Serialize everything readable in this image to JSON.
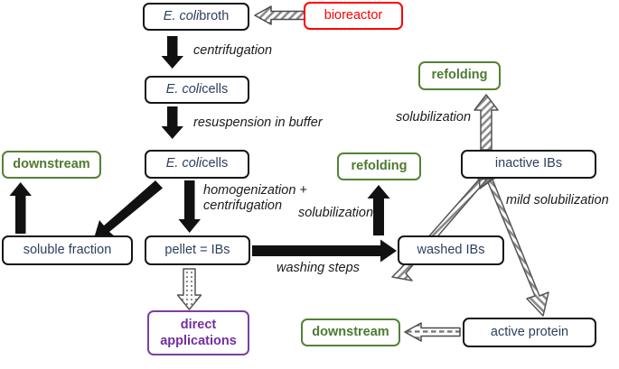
{
  "diagram": {
    "title": "E. coli inclusion body downstream processing flowchart",
    "colors": {
      "box_black": "#14161a",
      "text_navy": "#2c3f5e",
      "green": "#4d7a31",
      "green_border": "#558135",
      "red": "#ff0000",
      "purple": "#7030a0",
      "purple_border": "#7b3fa0",
      "arrow_solid": "#111111",
      "arrow_hatched_outline": "#555555",
      "background": "#ffffff"
    },
    "nodes": [
      {
        "id": "broth",
        "label_italic": "E. coli",
        "label_rest": " broth",
        "style": "black"
      },
      {
        "id": "bioreactor",
        "label": "bioreactor",
        "style": "red"
      },
      {
        "id": "cells1",
        "label_italic": "E. coli",
        "label_rest": " cells",
        "style": "black"
      },
      {
        "id": "cells2",
        "label_italic": "E. coli",
        "label_rest": " cells",
        "style": "black"
      },
      {
        "id": "downstream1",
        "label": "downstream",
        "style": "green"
      },
      {
        "id": "soluble",
        "label": "soluble fraction",
        "style": "black"
      },
      {
        "id": "pellet",
        "label": "pellet = IBs",
        "style": "black"
      },
      {
        "id": "direct",
        "label_line1": "direct",
        "label_line2": "applications",
        "style": "purple"
      },
      {
        "id": "washed",
        "label": "washed IBs",
        "style": "black"
      },
      {
        "id": "refolding2",
        "label": "refolding",
        "style": "green"
      },
      {
        "id": "inactive",
        "label": "inactive IBs",
        "style": "black"
      },
      {
        "id": "refolding1",
        "label": "refolding",
        "style": "green"
      },
      {
        "id": "active",
        "label": "active protein",
        "style": "black"
      },
      {
        "id": "downstream2",
        "label": "downstream",
        "style": "green"
      }
    ],
    "edges": [
      {
        "id": "bioreactor-to-broth",
        "label": "",
        "arrow": "hatched"
      },
      {
        "id": "broth-to-cells1",
        "label": "centrifugation",
        "arrow": "solid"
      },
      {
        "id": "cells1-to-cells2",
        "label": "resuspension in buffer",
        "arrow": "solid"
      },
      {
        "id": "cells2-to-soluble",
        "label": "",
        "arrow": "solid"
      },
      {
        "id": "cells2-to-pellet",
        "label_line1": "homogenization +",
        "label_line2": "centrifugation",
        "arrow": "solid"
      },
      {
        "id": "soluble-to-downstream1",
        "label": "",
        "arrow": "solid"
      },
      {
        "id": "pellet-to-direct",
        "label": "",
        "arrow": "hatched"
      },
      {
        "id": "pellet-to-washed",
        "label": "washing steps",
        "arrow": "solid"
      },
      {
        "id": "washed-to-refolding2",
        "label": "solubilization",
        "arrow": "solid"
      },
      {
        "id": "inactive-to-refolding1",
        "label": "solubilization",
        "arrow": "hatched"
      },
      {
        "id": "mild-solubilization",
        "label": "mild solubilization",
        "arrow": "hatched-double"
      },
      {
        "id": "active-to-downstream2",
        "label": "",
        "arrow": "hatched"
      }
    ]
  }
}
